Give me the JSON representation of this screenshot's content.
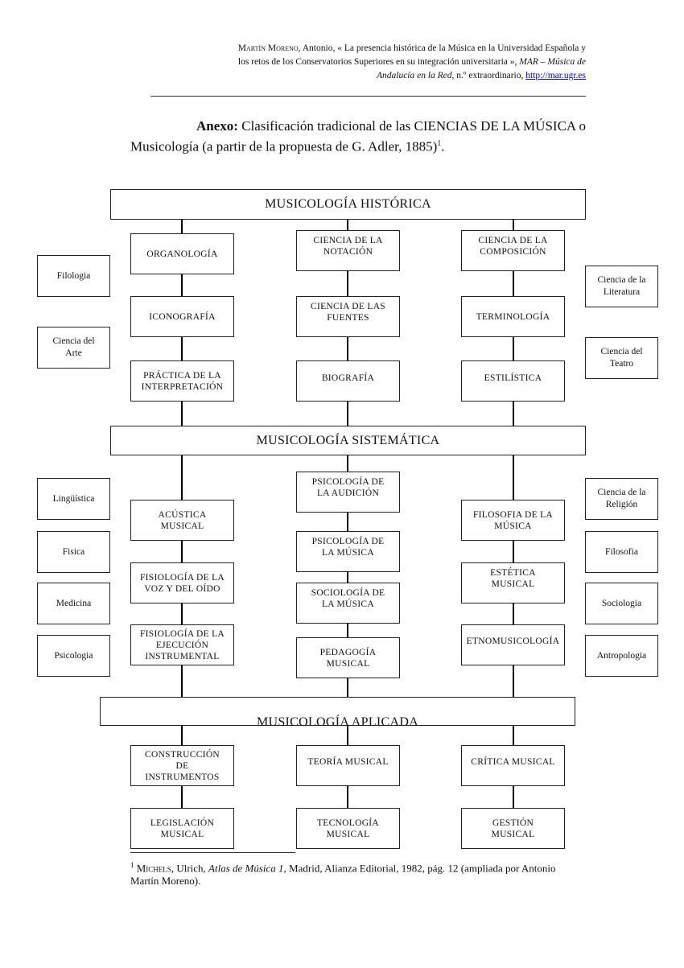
{
  "header": {
    "author": "Martín Moreno",
    "author_rest": ", Antonio, « La presencia histórica de la Música en la Universidad Española y",
    "line2": "los retos de los Conservatorios Superiores en su integración universitaria », ",
    "journal": "MAR – Música de",
    "journal2": "Andalucía en la Red,",
    "issue": " n.º extraordinario, ",
    "url": "http://mar.ugr.es"
  },
  "intro": {
    "label": "Anexo:",
    "text1": " Clasificación tradicional de las CIENCIAS DE LA MÚSICA o",
    "text2": "Musicología (a partir de la propuesta de G. Adler, 1885)",
    "note_ref": "1"
  },
  "diagram": {
    "sections": [
      "MUSICOLOGÍA HISTÓRICA",
      "MUSICOLOGÍA SISTEMÁTICA",
      "MUSICOLOGÍA APLICADA"
    ],
    "boxes": [
      "ORGANOLOGÍA",
      "CIENCIA DE LA\nNOTACIÓN",
      "CIENCIA DE LA\nCOMPOSICIÓN",
      "ICONOGRAFÍA",
      "CIENCIA DE LAS\nFUENTES",
      "TERMINOLOGÍA",
      "PRÁCTICA DE LA\nINTERPRETACIÓN",
      "BIOGRAFÍA",
      "ESTILÍSTICA",
      "ACÚSTICA\nMUSICAL",
      "PSICOLOGÍA DE\nLA AUDICIÓN",
      "FILOSOFIA DE LA\nMÚSICA",
      "FISIOLOGÍA DE LA\nVOZ Y DEL OÍDO",
      "PSICOLOGÍA DE\nLA MÚSICA",
      "ESTÉTICA\nMUSICAL",
      "FISIOLOGÍA DE LA\nEJECUCIÓN\nINSTRUMENTAL",
      "SOCIOLOGÍA DE\nLA MÚSICA",
      "ETNOMUSICOLOGÍA",
      "PEDAGOGÍA\nMUSICAL",
      "CONSTRUCCIÓN\nDE\nINSTRUMENTOS",
      "TEORÍA MUSICAL",
      "CRÍTICA MUSICAL",
      "LEGISLACIÓN\nMUSICAL",
      "TECNOLOGÍA\nMUSICAL",
      "GESTIÓN\nMUSICAL"
    ],
    "left_disciplines": [
      "Filologia",
      "Ciencia del\nArte",
      "Lingüística",
      "Fisica",
      "Medicina",
      "Psicologia"
    ],
    "right_disciplines": [
      "Ciencia de la\nLiteratura",
      "Ciencia del\nTeatro",
      "Ciencia de la\nReligión",
      "Filosofia",
      "Sociologia",
      "Antropologia"
    ]
  },
  "footnote": {
    "num": "1",
    "author": "Michels",
    "rest1": ", Ulrich, ",
    "title": "Atlas de Música 1,",
    "rest2": " Madrid, Alianza Editorial, 1982, pág. 12 (ampliada por Antonio Martín Moreno)."
  }
}
